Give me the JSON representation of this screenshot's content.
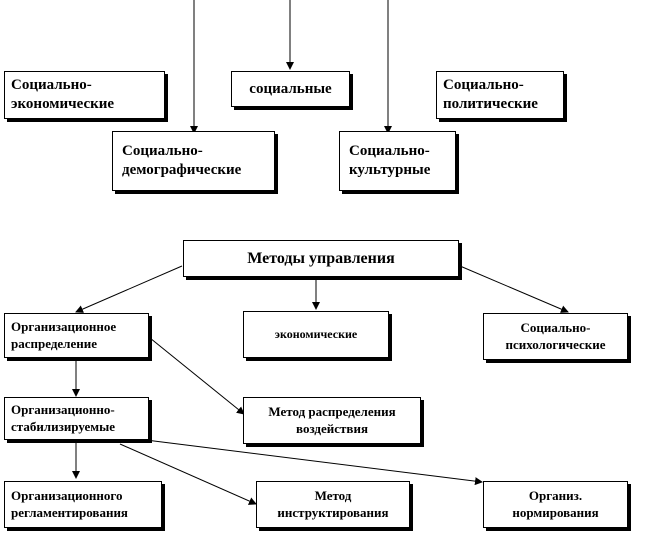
{
  "top": {
    "se": [
      "Социально-",
      "экономические"
    ],
    "soc": [
      "социальные"
    ],
    "sp": [
      "Социально-",
      "политические"
    ],
    "sd": [
      "Социально-",
      "демографические"
    ],
    "sk": [
      "Социально-",
      "культурные"
    ]
  },
  "methods": {
    "title": "Методы управления",
    "org_dist": [
      "Организационное",
      "распределение"
    ],
    "econ": [
      "экономические"
    ],
    "sps": [
      "Социально-",
      "психологические"
    ],
    "org_stab": [
      "Организационно-",
      "стабилизируемые"
    ],
    "impact": [
      "Метод распределения",
      "воздействия"
    ],
    "org_reg": [
      "Организационного",
      "регламентирования"
    ],
    "instr": [
      "Метод",
      "инструктирования"
    ],
    "norm": [
      "Организ.",
      "нормирования"
    ]
  }
}
